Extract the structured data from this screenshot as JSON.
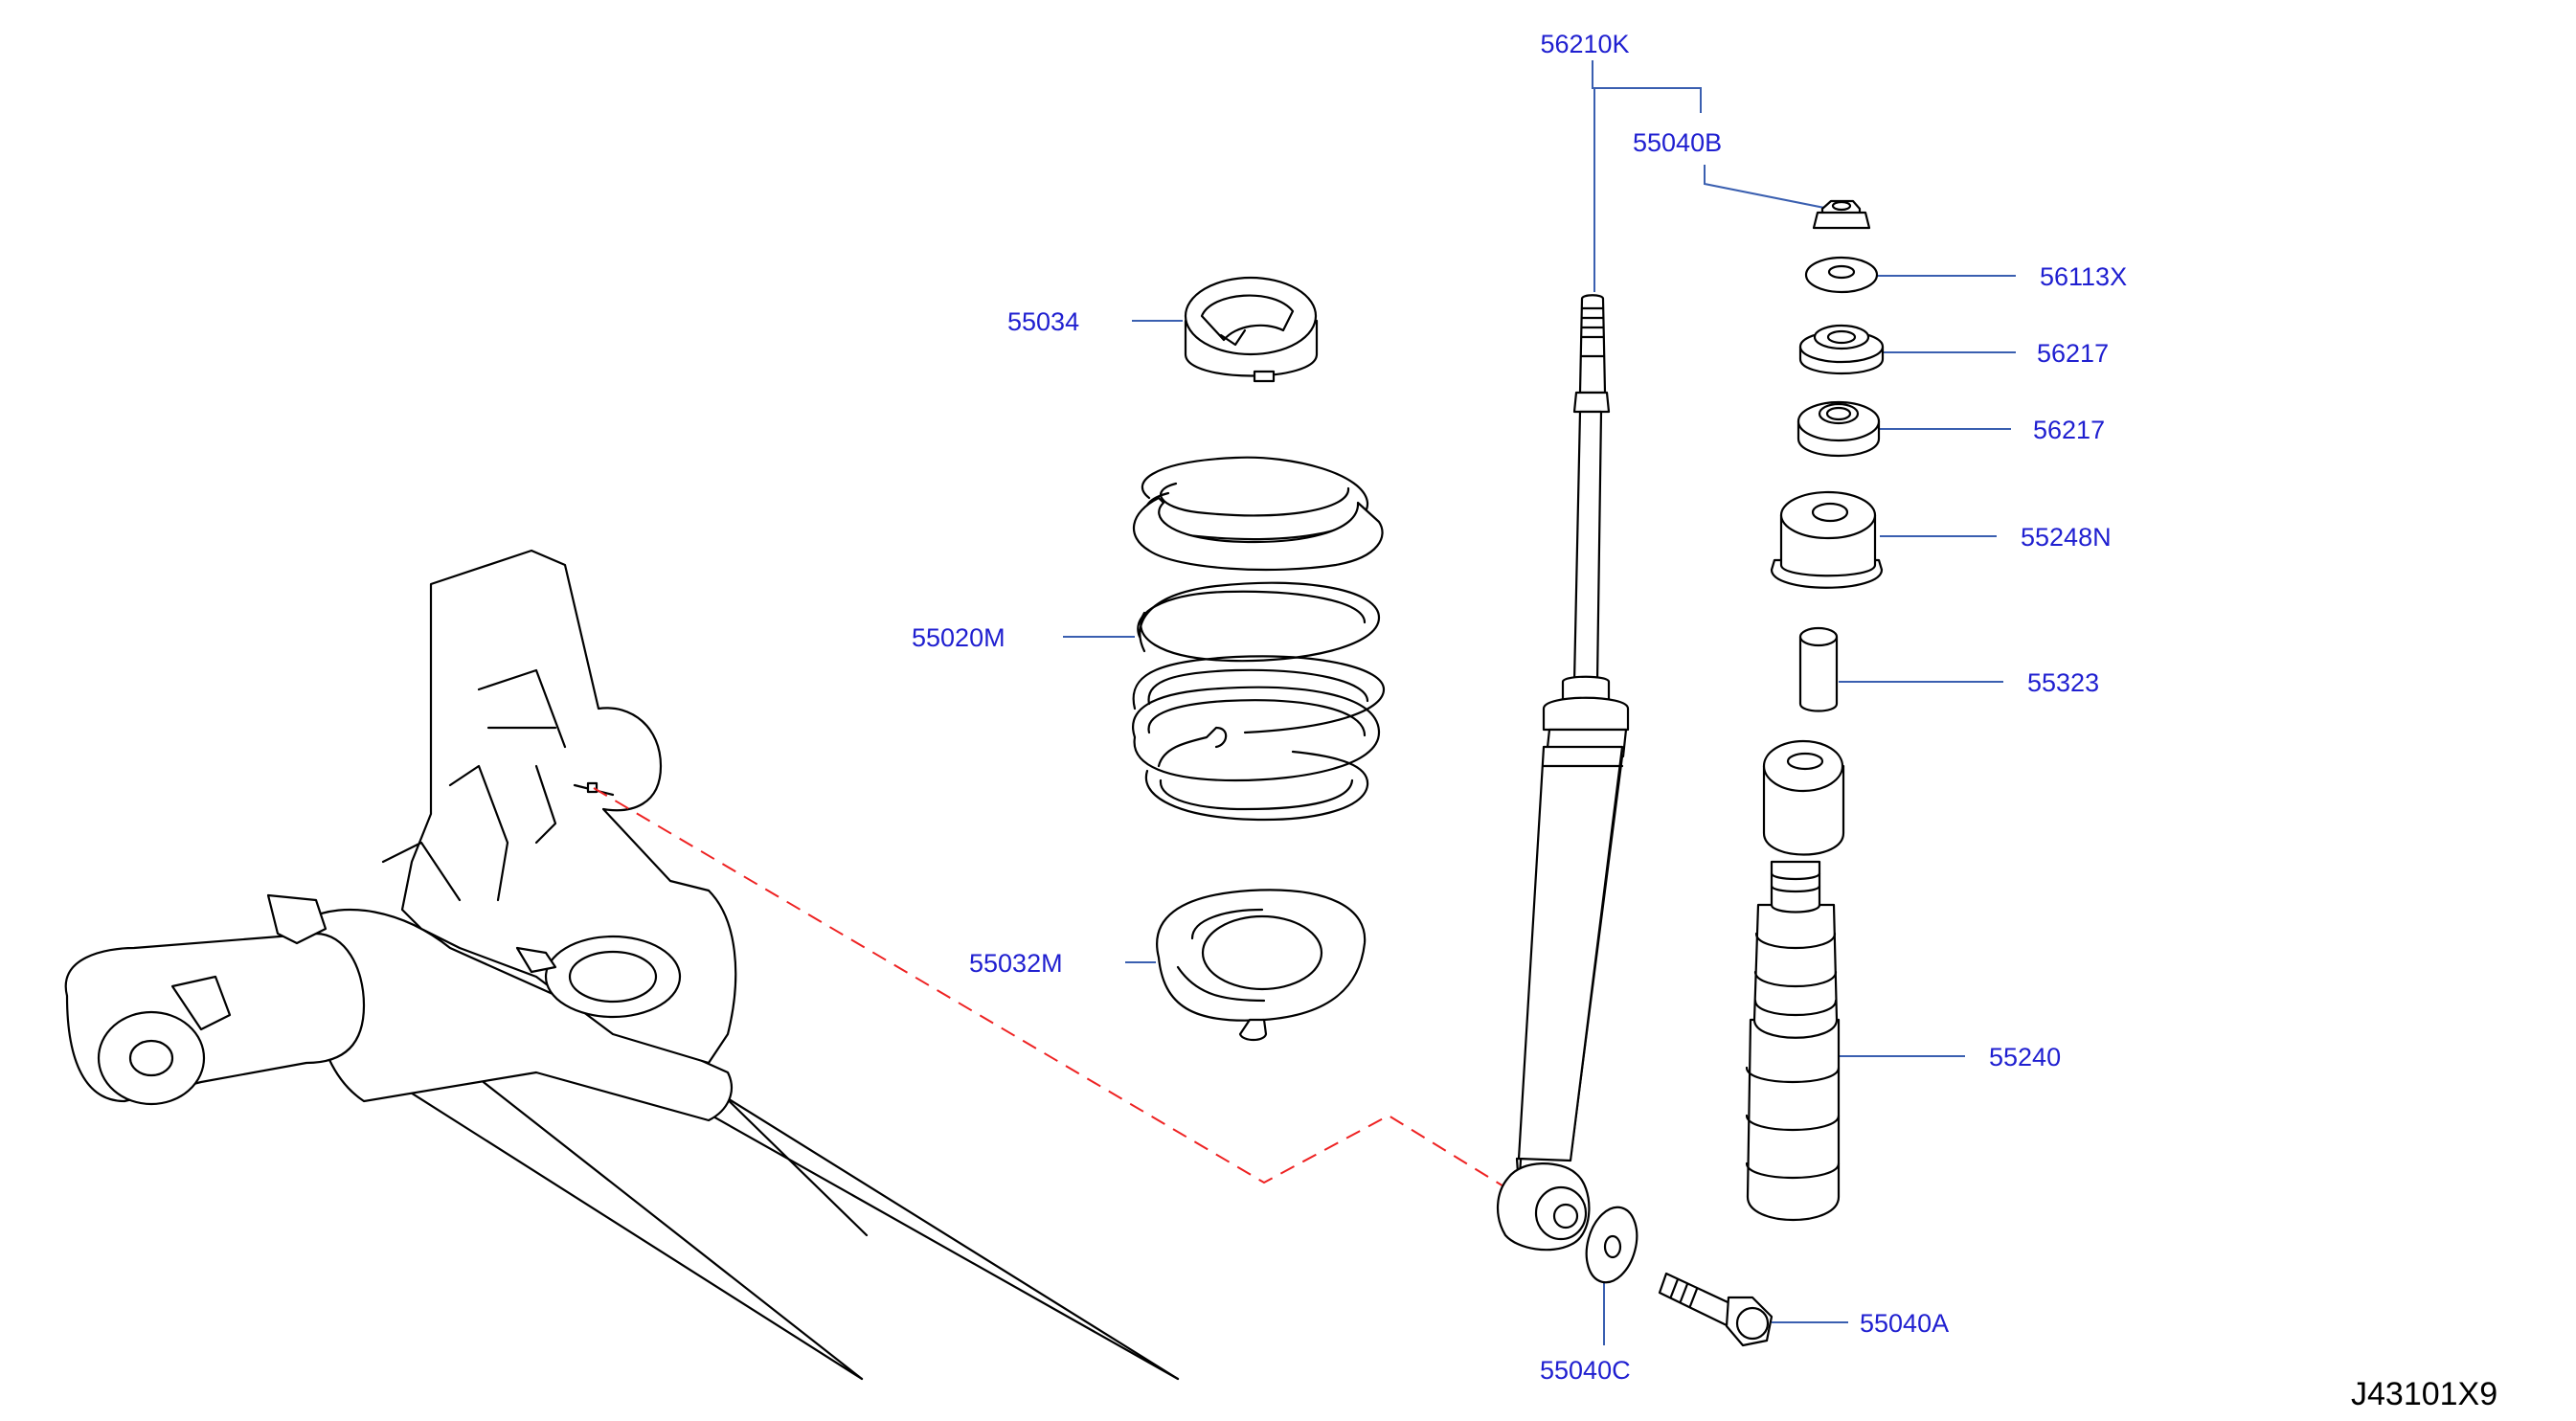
{
  "diagram": {
    "drawing_code": "J43101X9",
    "callouts": [
      {
        "id": "56210K",
        "text": "56210K"
      },
      {
        "id": "55040B",
        "text": "55040B"
      },
      {
        "id": "56113X",
        "text": "56113X"
      },
      {
        "id": "56217a",
        "text": "56217"
      },
      {
        "id": "56217b",
        "text": "56217"
      },
      {
        "id": "55248N",
        "text": "55248N"
      },
      {
        "id": "55323",
        "text": "55323"
      },
      {
        "id": "55240",
        "text": "55240"
      },
      {
        "id": "55034",
        "text": "55034"
      },
      {
        "id": "55020M",
        "text": "55020M"
      },
      {
        "id": "55032M",
        "text": "55032M"
      },
      {
        "id": "55040C",
        "text": "55040C"
      },
      {
        "id": "55040A",
        "text": "55040A"
      }
    ],
    "colors": {
      "label": "#1f1fd0",
      "leader": "#3a5fb0",
      "reference_dash": "#ee2222",
      "outline": "#000000"
    }
  }
}
